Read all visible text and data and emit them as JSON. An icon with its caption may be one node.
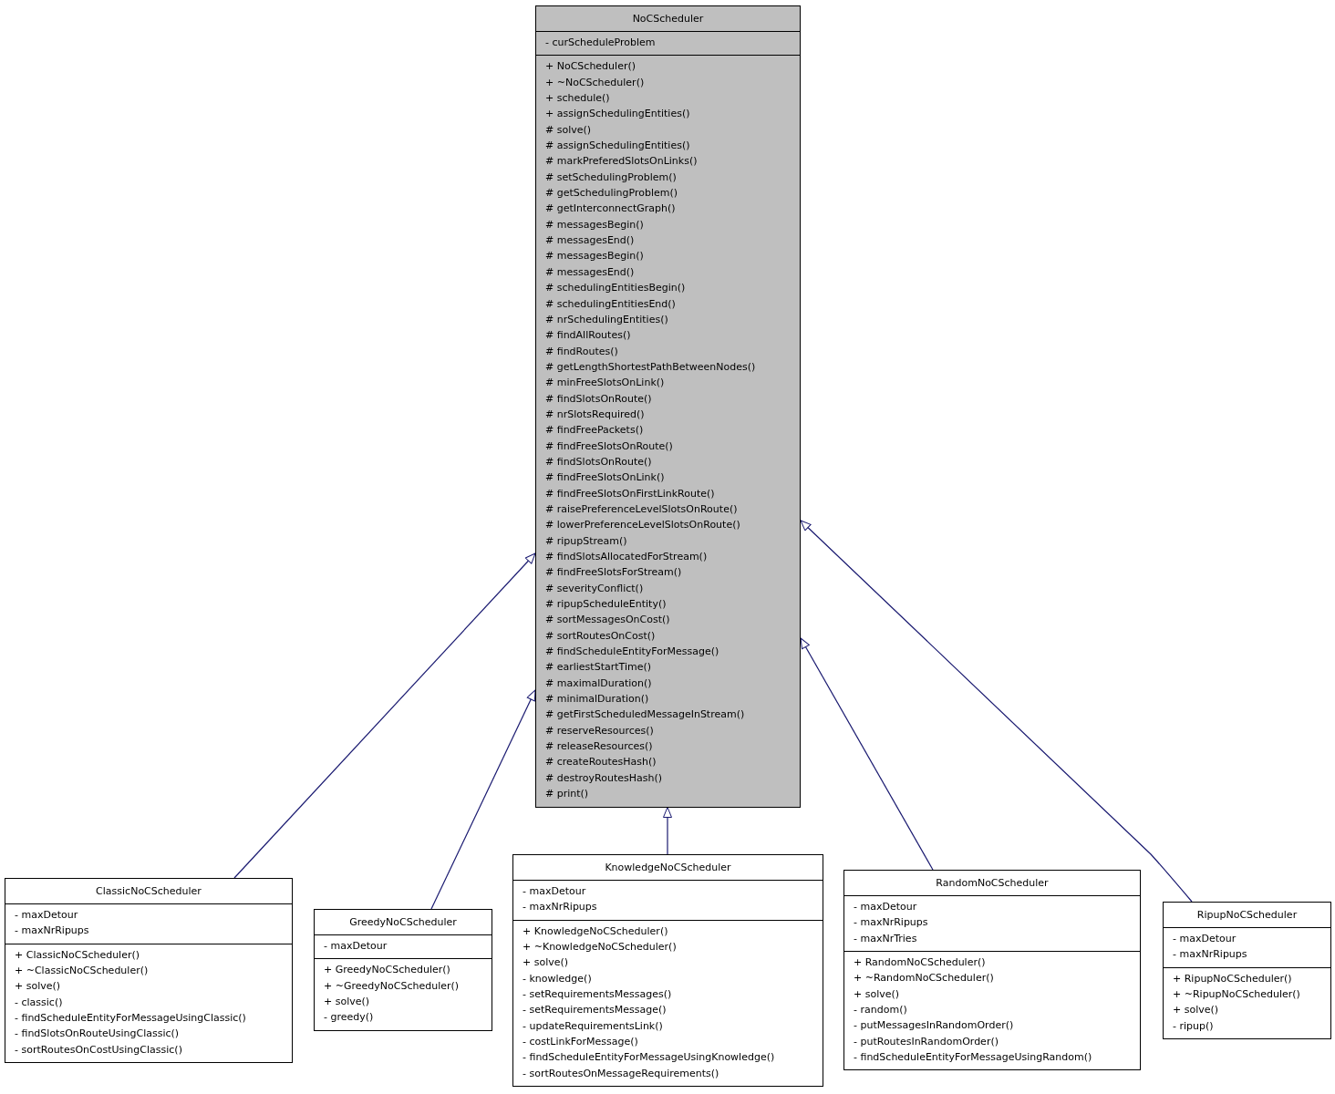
{
  "diagram": {
    "nodes": [
      {
        "text": [
          "NoCScheduler"
        ]
      },
      {
        "text": [
          "- curScheduleProblem"
        ],
        "in": 0
      },
      {
        "text": [
          "+ NoCScheduler()",
          "+ ~NoCScheduler()",
          "+ schedule()",
          "+ assignSchedulingEntities()",
          "# solve()",
          "# assignSchedulingEntities()",
          "# markPreferedSlotsOnLinks()",
          "# setSchedulingProblem()",
          "# getSchedulingProblem()",
          "# getInterconnectGraph()",
          "# messagesBegin()",
          "# messagesEnd()",
          "# messagesBegin()",
          "# messagesEnd()",
          "# schedulingEntitiesBegin()",
          "# schedulingEntitiesEnd()",
          "# nrSchedulingEntities()",
          "# findAllRoutes()",
          "# findRoutes()",
          "# getLengthShortestPathBetweenNodes()",
          "# minFreeSlotsOnLink()",
          "# findSlotsOnRoute()",
          "# nrSlotsRequired()",
          "# findFreePackets()",
          "# findFreeSlotsOnRoute()",
          "# findSlotsOnRoute()",
          "# findFreeSlotsOnLink()",
          "# findFreeSlotsOnFirstLinkRoute()",
          "# raisePreferenceLevelSlotsOnRoute()",
          "# lowerPreferenceLevelSlotsOnRoute()",
          "# ripupStream()",
          "# findSlotsAllocatedForStream()",
          "# findFreeSlotsForStream()",
          "# severityConflict()",
          "# ripupScheduleEntity()",
          "# sortMessagesOnCost()",
          "# sortRoutesOnCost()",
          "# findScheduleEntityForMessage()",
          "# earliestStartTime()",
          "# maximalDuration()",
          "# minimalDuration()",
          "# getFirstScheduledMessageInStream()",
          "# reserveResources()",
          "# releaseResources()",
          "# createRoutesHash()",
          "# destroyRoutesHash()",
          "# print()"
        ],
        "in": 0
      },
      {
        "text": [
          "ClassicNoCScheduler"
        ]
      },
      {
        "text": [
          "- maxDetour",
          "- maxNrRipups"
        ],
        "in": 3
      },
      {
        "text": [
          "+ ClassicNoCScheduler()",
          "+ ~ClassicNoCScheduler()",
          "+ solve()",
          "- classic()",
          "- findScheduleEntityForMessageUsingClassic()",
          "- findSlotsOnRouteUsingClassic()",
          "- sortRoutesOnCostUsingClassic()"
        ],
        "in": 3
      },
      {
        "text": [
          "GreedyNoCScheduler"
        ]
      },
      {
        "text": [
          "- maxDetour"
        ],
        "in": 6
      },
      {
        "text": [
          "+ GreedyNoCScheduler()",
          "+ ~GreedyNoCScheduler()",
          "+ solve()",
          "- greedy()"
        ],
        "in": 6
      },
      {
        "text": [
          "KnowledgeNoCScheduler"
        ]
      },
      {
        "text": [
          "- maxDetour",
          "- maxNrRipups"
        ],
        "in": 9
      },
      {
        "text": [
          "+ KnowledgeNoCScheduler()",
          "+ ~KnowledgeNoCScheduler()",
          "+ solve()",
          "- knowledge()",
          "- setRequirementsMessages()",
          "- setRequirementsMessage()",
          "- updateRequirementsLink()",
          "- costLinkForMessage()",
          "- findScheduleEntityForMessageUsingKnowledge()",
          "- sortRoutesOnMessageRequirements()"
        ],
        "in": 9
      },
      {
        "text": [
          "RandomNoCScheduler"
        ]
      },
      {
        "text": [
          "- maxDetour",
          "- maxNrRipups",
          "- maxNrTries"
        ],
        "in": 12
      },
      {
        "text": [
          "+ RandomNoCScheduler()",
          "+ ~RandomNoCScheduler()",
          "+ solve()",
          "- random()",
          "- putMessagesInRandomOrder()",
          "- putRoutesInRandomOrder()",
          "- findScheduleEntityForMessageUsingRandom()"
        ],
        "in": 12
      },
      {
        "text": [
          "RipupNoCScheduler"
        ]
      },
      {
        "text": [
          "- maxDetour",
          "- maxNrRipups"
        ],
        "in": 15
      },
      {
        "text": [
          "+ RipupNoCScheduler()",
          "+ ~RipupNoCScheduler()",
          "+ solve()",
          "- ripup()"
        ],
        "in": 15
      }
    ],
    "edges": [
      {
        "from": 3,
        "to": 0,
        "arrow": "to"
      },
      {
        "from": 6,
        "to": 0,
        "arrow": "to"
      },
      {
        "from": 9,
        "to": 0,
        "arrow": "to"
      },
      {
        "from": 12,
        "to": 0,
        "arrow": "to"
      },
      {
        "from": 15,
        "to": 0,
        "arrow": "to"
      }
    ]
  }
}
